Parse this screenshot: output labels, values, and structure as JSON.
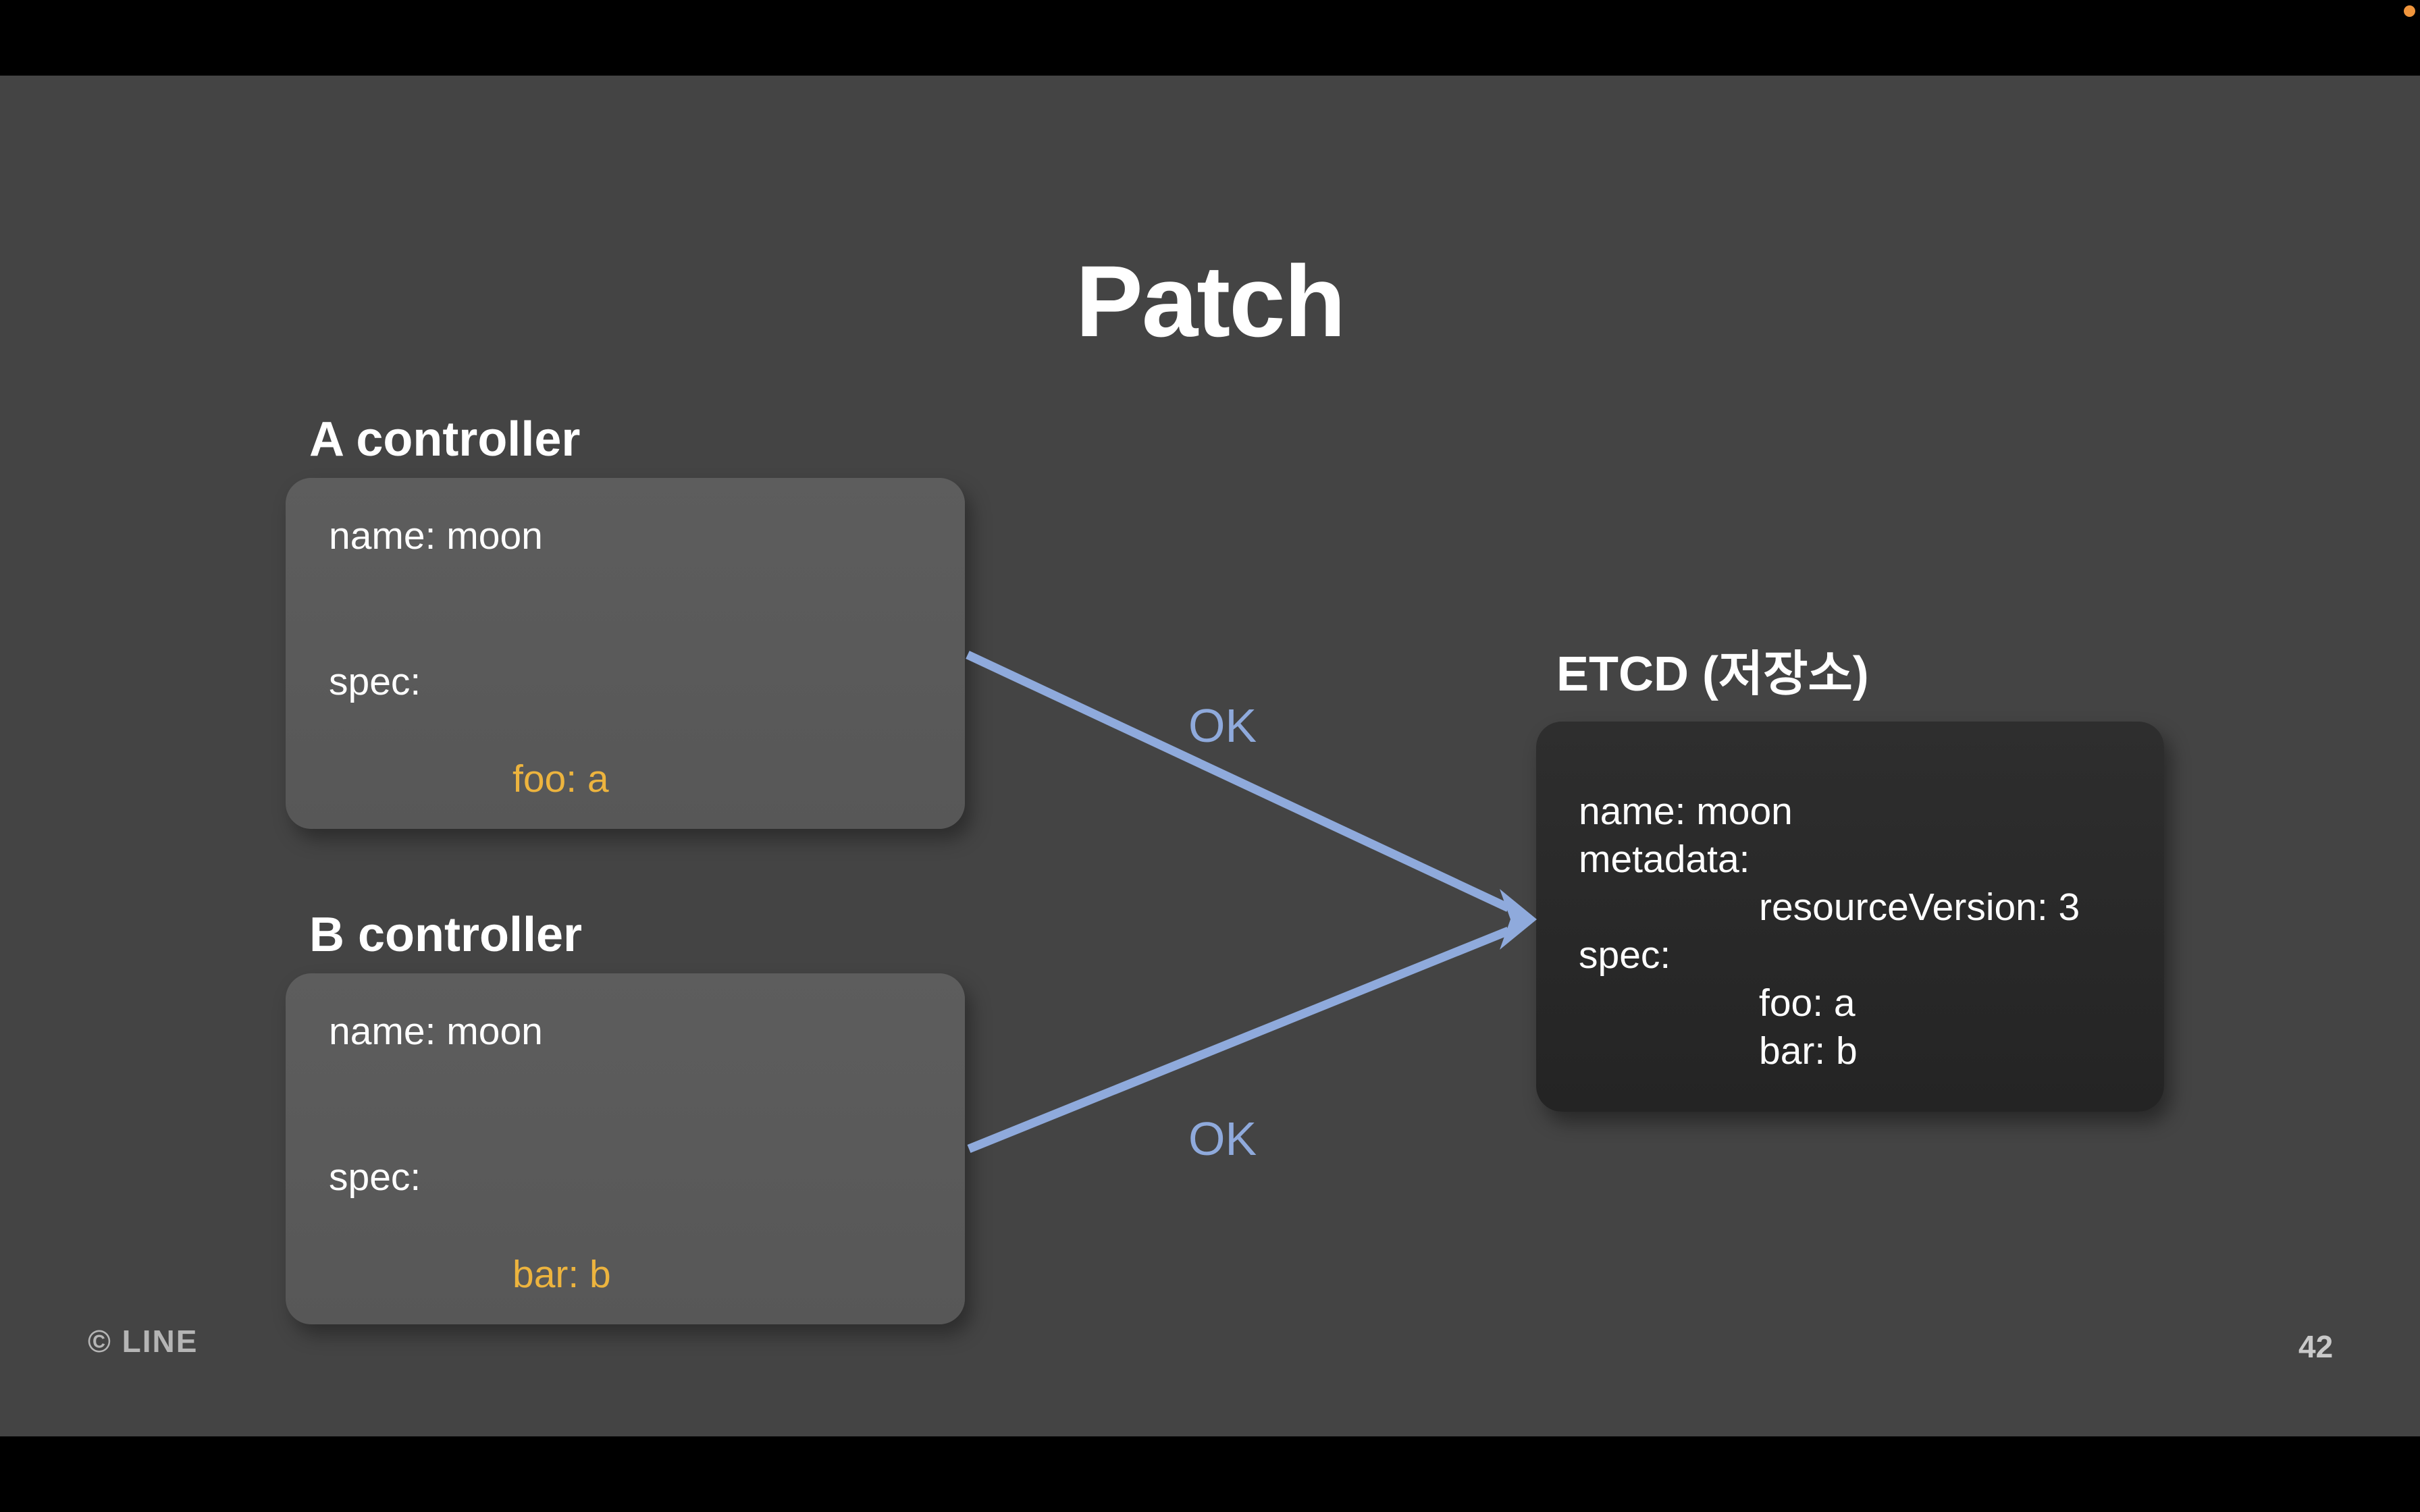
{
  "slide": {
    "title": "Patch",
    "page_number": "42",
    "footer_logo": "© LINE"
  },
  "controller_a": {
    "heading": "A controller",
    "box": {
      "name_line": "name: moon",
      "spec_line": "spec:",
      "value_line": "foo: a"
    }
  },
  "controller_b": {
    "heading": "B controller",
    "box": {
      "name_line": "name: moon",
      "spec_line": "spec:",
      "value_line": "bar: b"
    }
  },
  "etcd": {
    "heading": "ETCD (저장소)",
    "lines": [
      "name: moon",
      "metadata:",
      "resourceVersion: 3",
      "spec:",
      "foo: a",
      "bar: b"
    ]
  },
  "arrows": {
    "label_top": "OK",
    "label_bottom": "OK"
  },
  "colors": {
    "letterbox": "#000000",
    "slide_background": "#444444",
    "controller_box": "#5A5A5A",
    "etcd_box": "#282828",
    "accent_blue": "#8FAADC",
    "accent_orange": "#EDB43E",
    "text_white": "#FFFFFF",
    "footer_gray": "#B5B5B5",
    "record_dot_orange": "#F0953C"
  }
}
